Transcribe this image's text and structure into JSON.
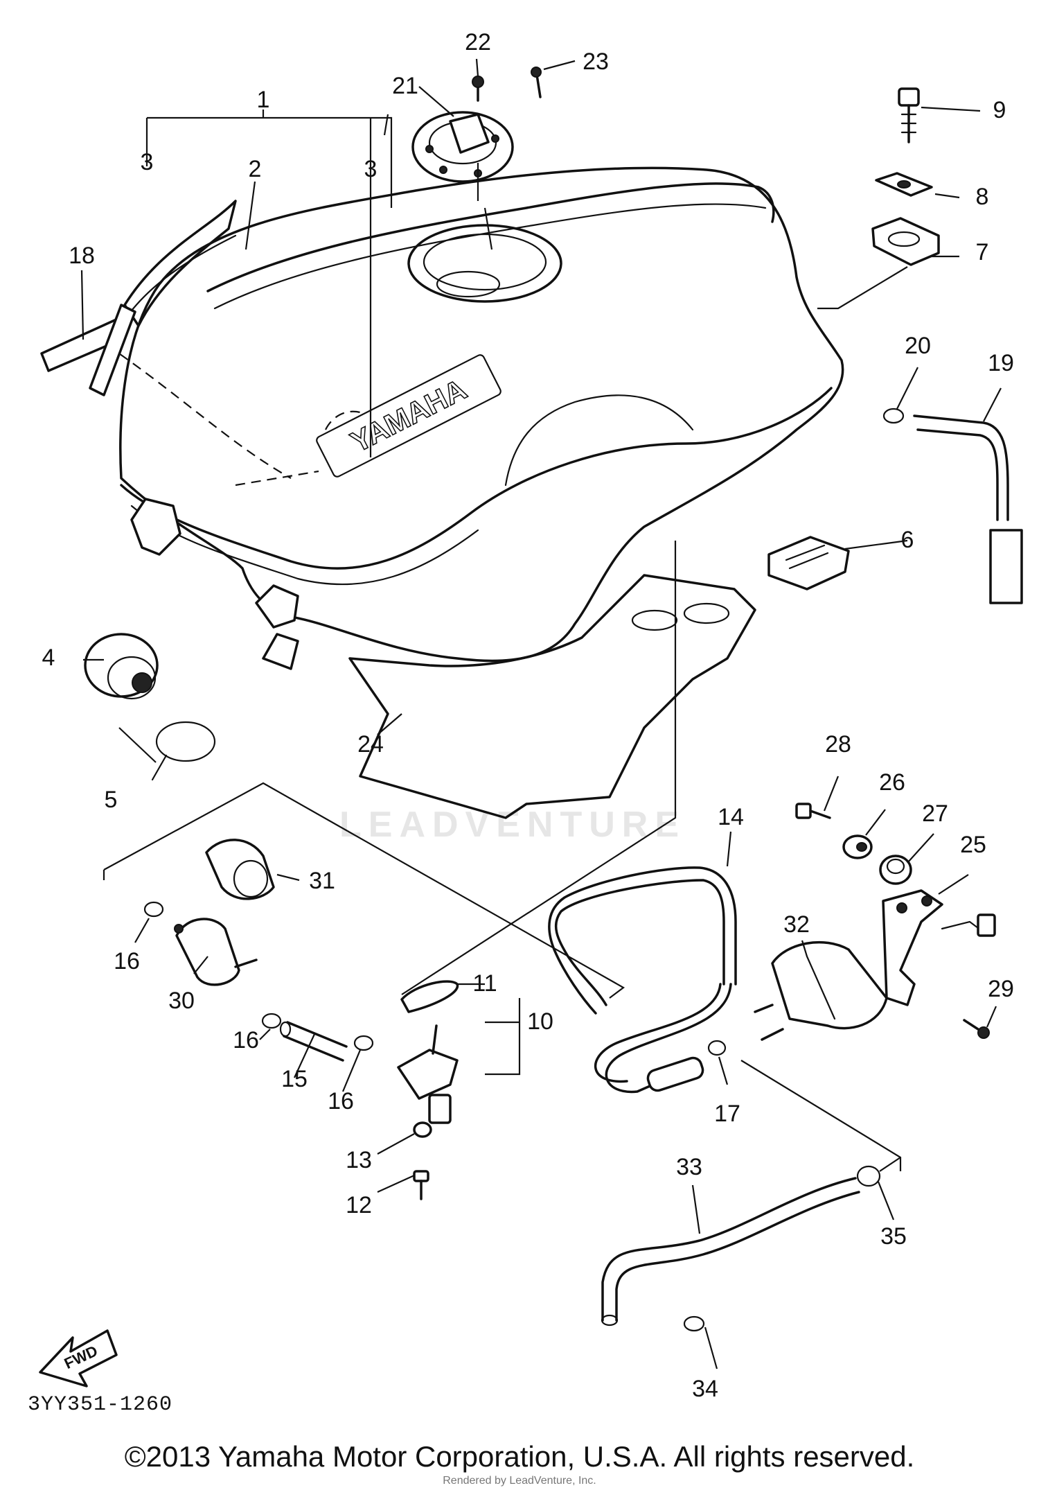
{
  "diagram": {
    "brand_text": "YAMAHA",
    "forward_arrow_text": "FWD",
    "diagram_code": "3YY351-1260",
    "watermark": "LEADVENTURE",
    "rendered_by": "Rendered by LeadVenture, Inc.",
    "copyright": "©2013 Yamaha Motor Corporation, U.S.A. All rights reserved.",
    "callouts": [
      {
        "id": "1",
        "label": "1"
      },
      {
        "id": "2",
        "label": "2"
      },
      {
        "id": "3a",
        "label": "3"
      },
      {
        "id": "3b",
        "label": "3"
      },
      {
        "id": "4",
        "label": "4"
      },
      {
        "id": "5",
        "label": "5"
      },
      {
        "id": "6",
        "label": "6"
      },
      {
        "id": "7",
        "label": "7"
      },
      {
        "id": "8",
        "label": "8"
      },
      {
        "id": "9",
        "label": "9"
      },
      {
        "id": "10",
        "label": "10"
      },
      {
        "id": "11",
        "label": "11"
      },
      {
        "id": "12",
        "label": "12"
      },
      {
        "id": "13",
        "label": "13"
      },
      {
        "id": "14",
        "label": "14"
      },
      {
        "id": "15",
        "label": "15"
      },
      {
        "id": "16a",
        "label": "16"
      },
      {
        "id": "16b",
        "label": "16"
      },
      {
        "id": "16c",
        "label": "16"
      },
      {
        "id": "17",
        "label": "17"
      },
      {
        "id": "18",
        "label": "18"
      },
      {
        "id": "19",
        "label": "19"
      },
      {
        "id": "20",
        "label": "20"
      },
      {
        "id": "21",
        "label": "21"
      },
      {
        "id": "22",
        "label": "22"
      },
      {
        "id": "23",
        "label": "23"
      },
      {
        "id": "24",
        "label": "24"
      },
      {
        "id": "25",
        "label": "25"
      },
      {
        "id": "26",
        "label": "26"
      },
      {
        "id": "27",
        "label": "27"
      },
      {
        "id": "28",
        "label": "28"
      },
      {
        "id": "29",
        "label": "29"
      },
      {
        "id": "30",
        "label": "30"
      },
      {
        "id": "31",
        "label": "31"
      },
      {
        "id": "32",
        "label": "32"
      },
      {
        "id": "33",
        "label": "33"
      },
      {
        "id": "34",
        "label": "34"
      },
      {
        "id": "35",
        "label": "35"
      }
    ]
  }
}
